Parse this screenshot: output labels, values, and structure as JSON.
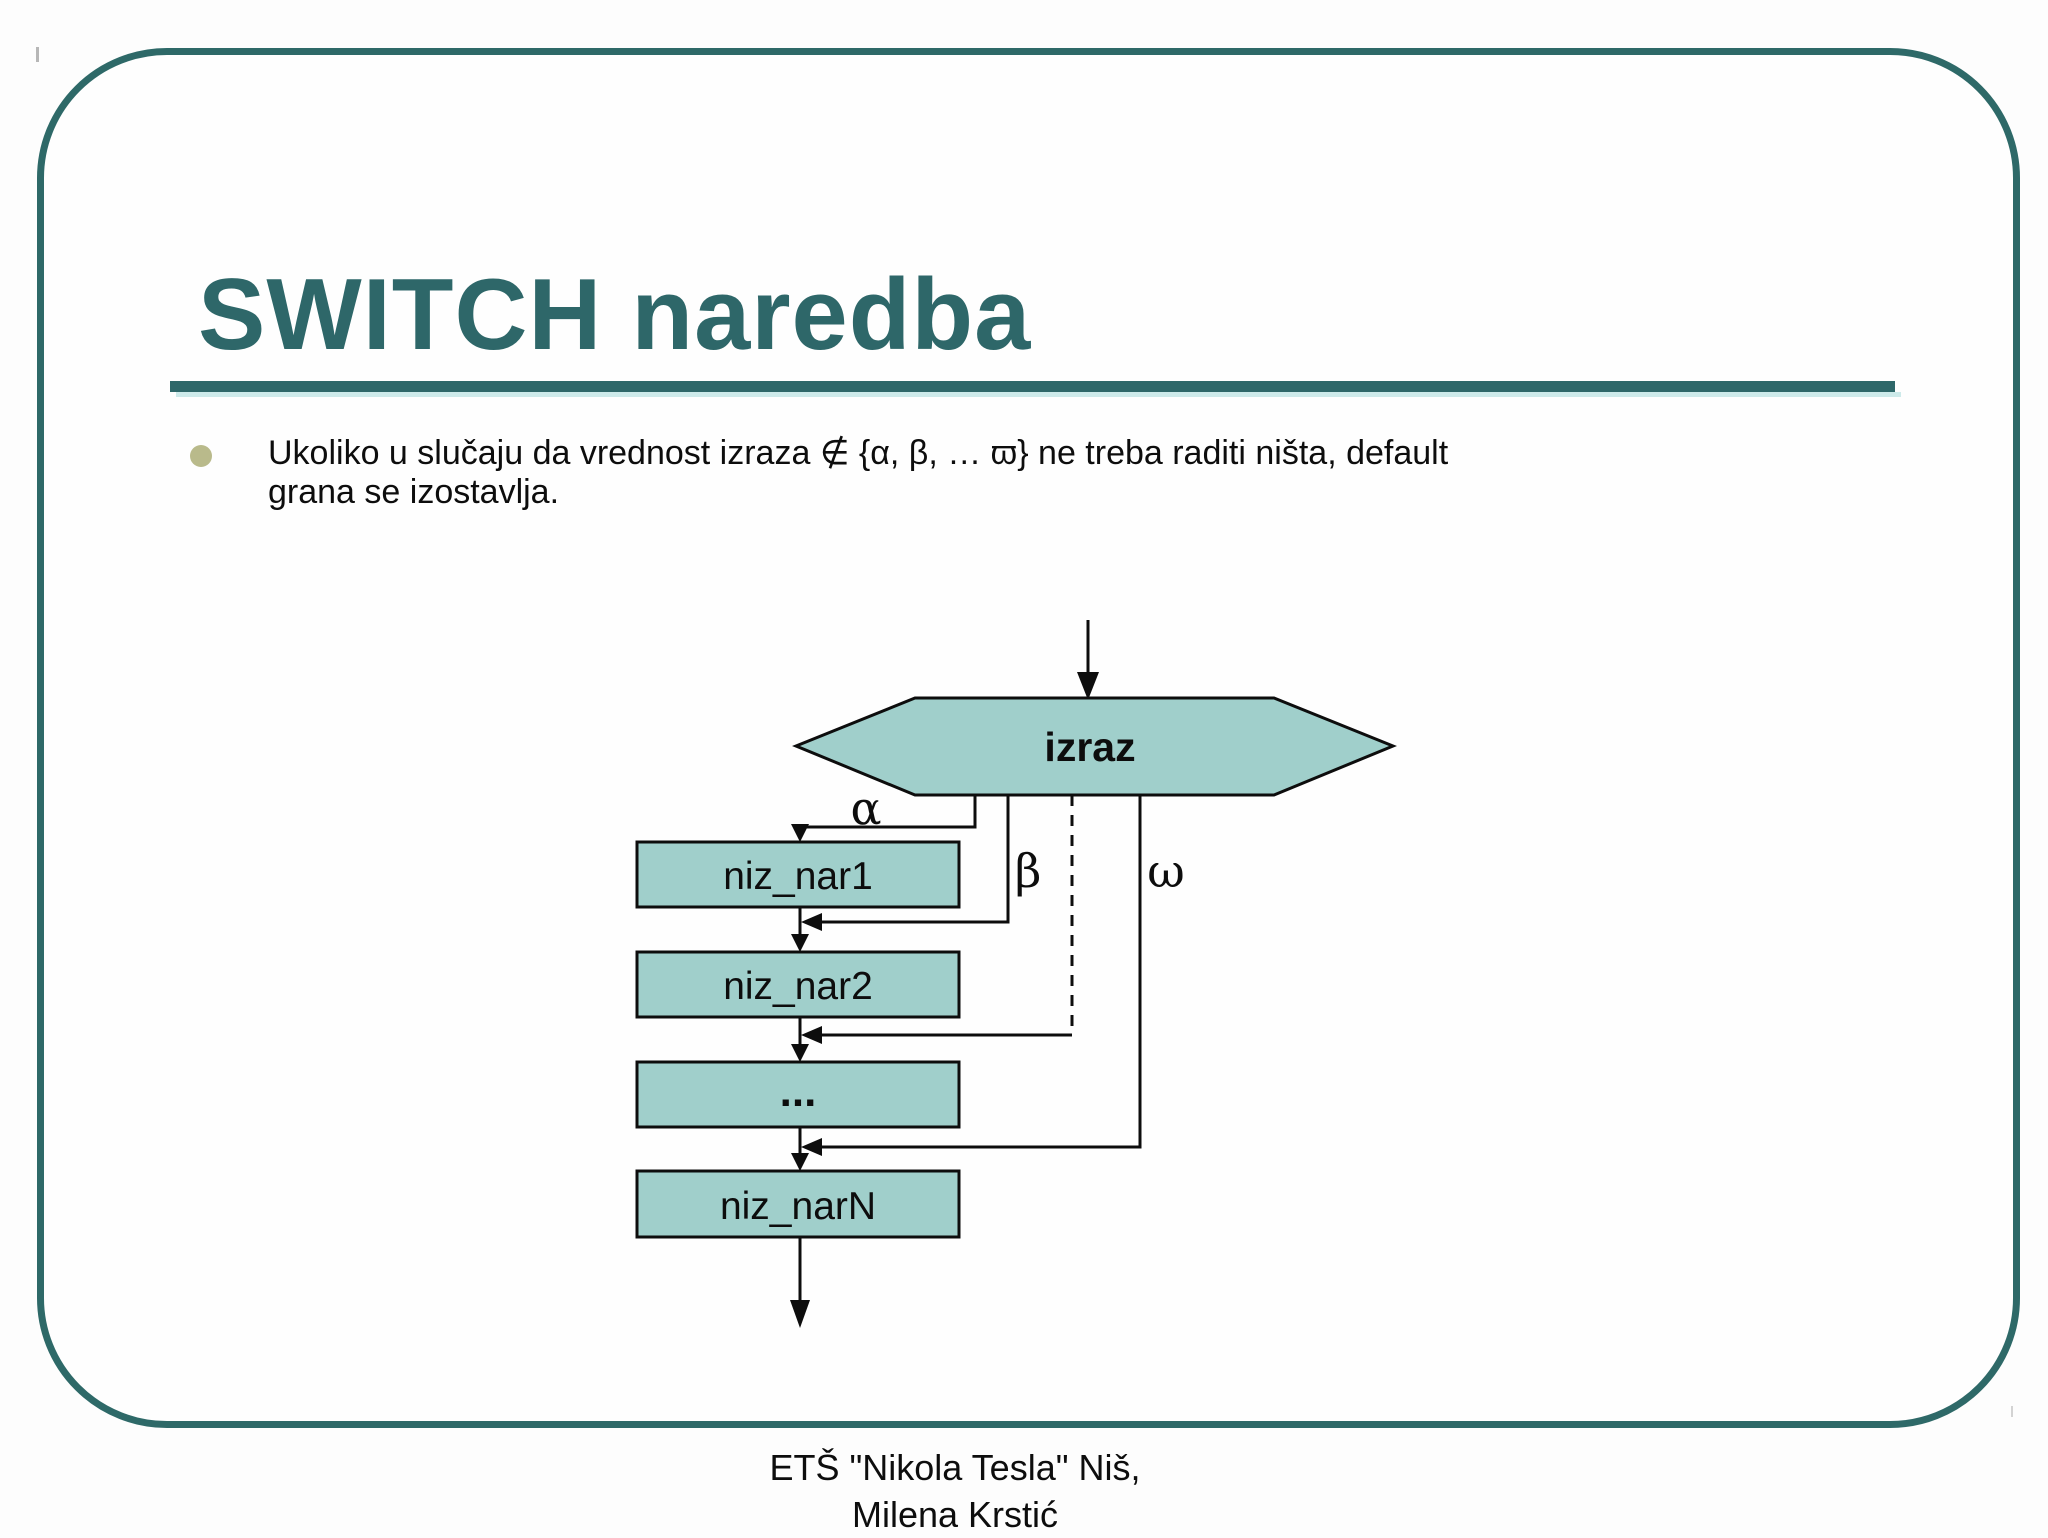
{
  "slide": {
    "title": "SWITCH naredba",
    "bullet": {
      "line1": "Ukoliko u slučaju da vrednost izraza ∉ {α, β, … ϖ} ne treba raditi ništa, default",
      "line2": "grana se izostavlja."
    },
    "footer": {
      "line1": "ETŠ \"Nikola Tesla\" Niš,",
      "line2": "Milena Krstić"
    }
  },
  "flowchart": {
    "decision_label": "izraz",
    "branch_labels": {
      "alpha": "α",
      "beta": "β",
      "omega": "ω"
    },
    "boxes": [
      "niz_nar1",
      "niz_nar2",
      "...",
      "niz_narN"
    ]
  },
  "colors": {
    "border_teal": "#2e6968",
    "title_teal": "#2e6769",
    "rule_light": "#cdeaea",
    "shape_fill": "#a0cfcb",
    "shape_stroke": "#0d0d0d",
    "bullet_dot": "#b9ba8b",
    "text": "#0d0d0d",
    "background": "#fefefe"
  }
}
